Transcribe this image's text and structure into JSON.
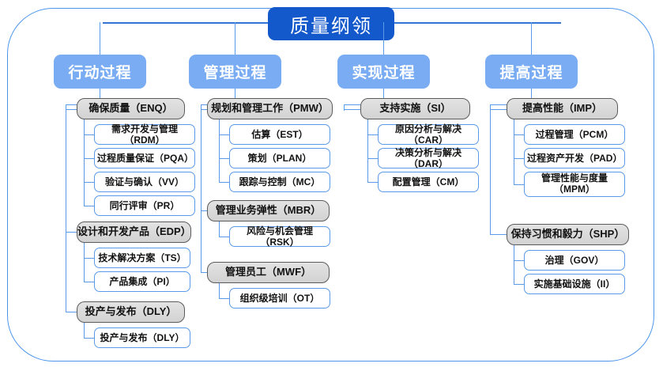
{
  "diagram": {
    "title": "质量纲领",
    "columns": [
      {
        "header": "行动过程",
        "groups": [
          {
            "label": "确保质量（ENQ）",
            "children": [
              "需求开发与管理（RDM）",
              "过程质量保证（PQA）",
              "验证与确认（VV）",
              "同行评审（PR）"
            ]
          },
          {
            "label": "设计和开发产品（EDP）",
            "children": [
              "技术解决方案（TS）",
              "产品集成（PI）"
            ]
          },
          {
            "label": "投产与发布（DLY）",
            "children": [
              "投产与发布（DLY）"
            ]
          }
        ]
      },
      {
        "header": "管理过程",
        "groups": [
          {
            "label": "规划和管理工作（PMW）",
            "children": [
              "估算（EST）",
              "策划（PLAN）",
              "跟踪与控制（MC）"
            ]
          },
          {
            "label": "管理业务弹性（MBR）",
            "children": [
              "风险与机会管理（RSK）"
            ]
          },
          {
            "label": "管理员工（MWF）",
            "children": [
              "组织级培训（OT）"
            ]
          }
        ]
      },
      {
        "header": "实现过程",
        "groups": [
          {
            "label": "支持实施（SI）",
            "children": [
              "原因分析与解决（CAR）",
              "决策分析与解决（DAR）",
              "配置管理（CM）"
            ]
          }
        ]
      },
      {
        "header": "提高过程",
        "groups": [
          {
            "label": "提高性能（IMP）",
            "children": [
              "过程管理（PCM）",
              "过程资产开发（PAD）",
              "管理性能与度量（MPM）"
            ]
          },
          {
            "label": "保持习惯和毅力（SHP）",
            "children": [
              "治理（GOV）",
              "实施基础设施（II）"
            ]
          }
        ]
      }
    ],
    "colors": {
      "title_bg": "#1459cc",
      "header_bg": "#79acf3",
      "group_border": "#5b5b5b",
      "group_bg": "#dcdcdc",
      "leaf_border": "#5a9ae8",
      "connector": "#5a9ae8",
      "frame_border": "#4d95ec"
    }
  }
}
